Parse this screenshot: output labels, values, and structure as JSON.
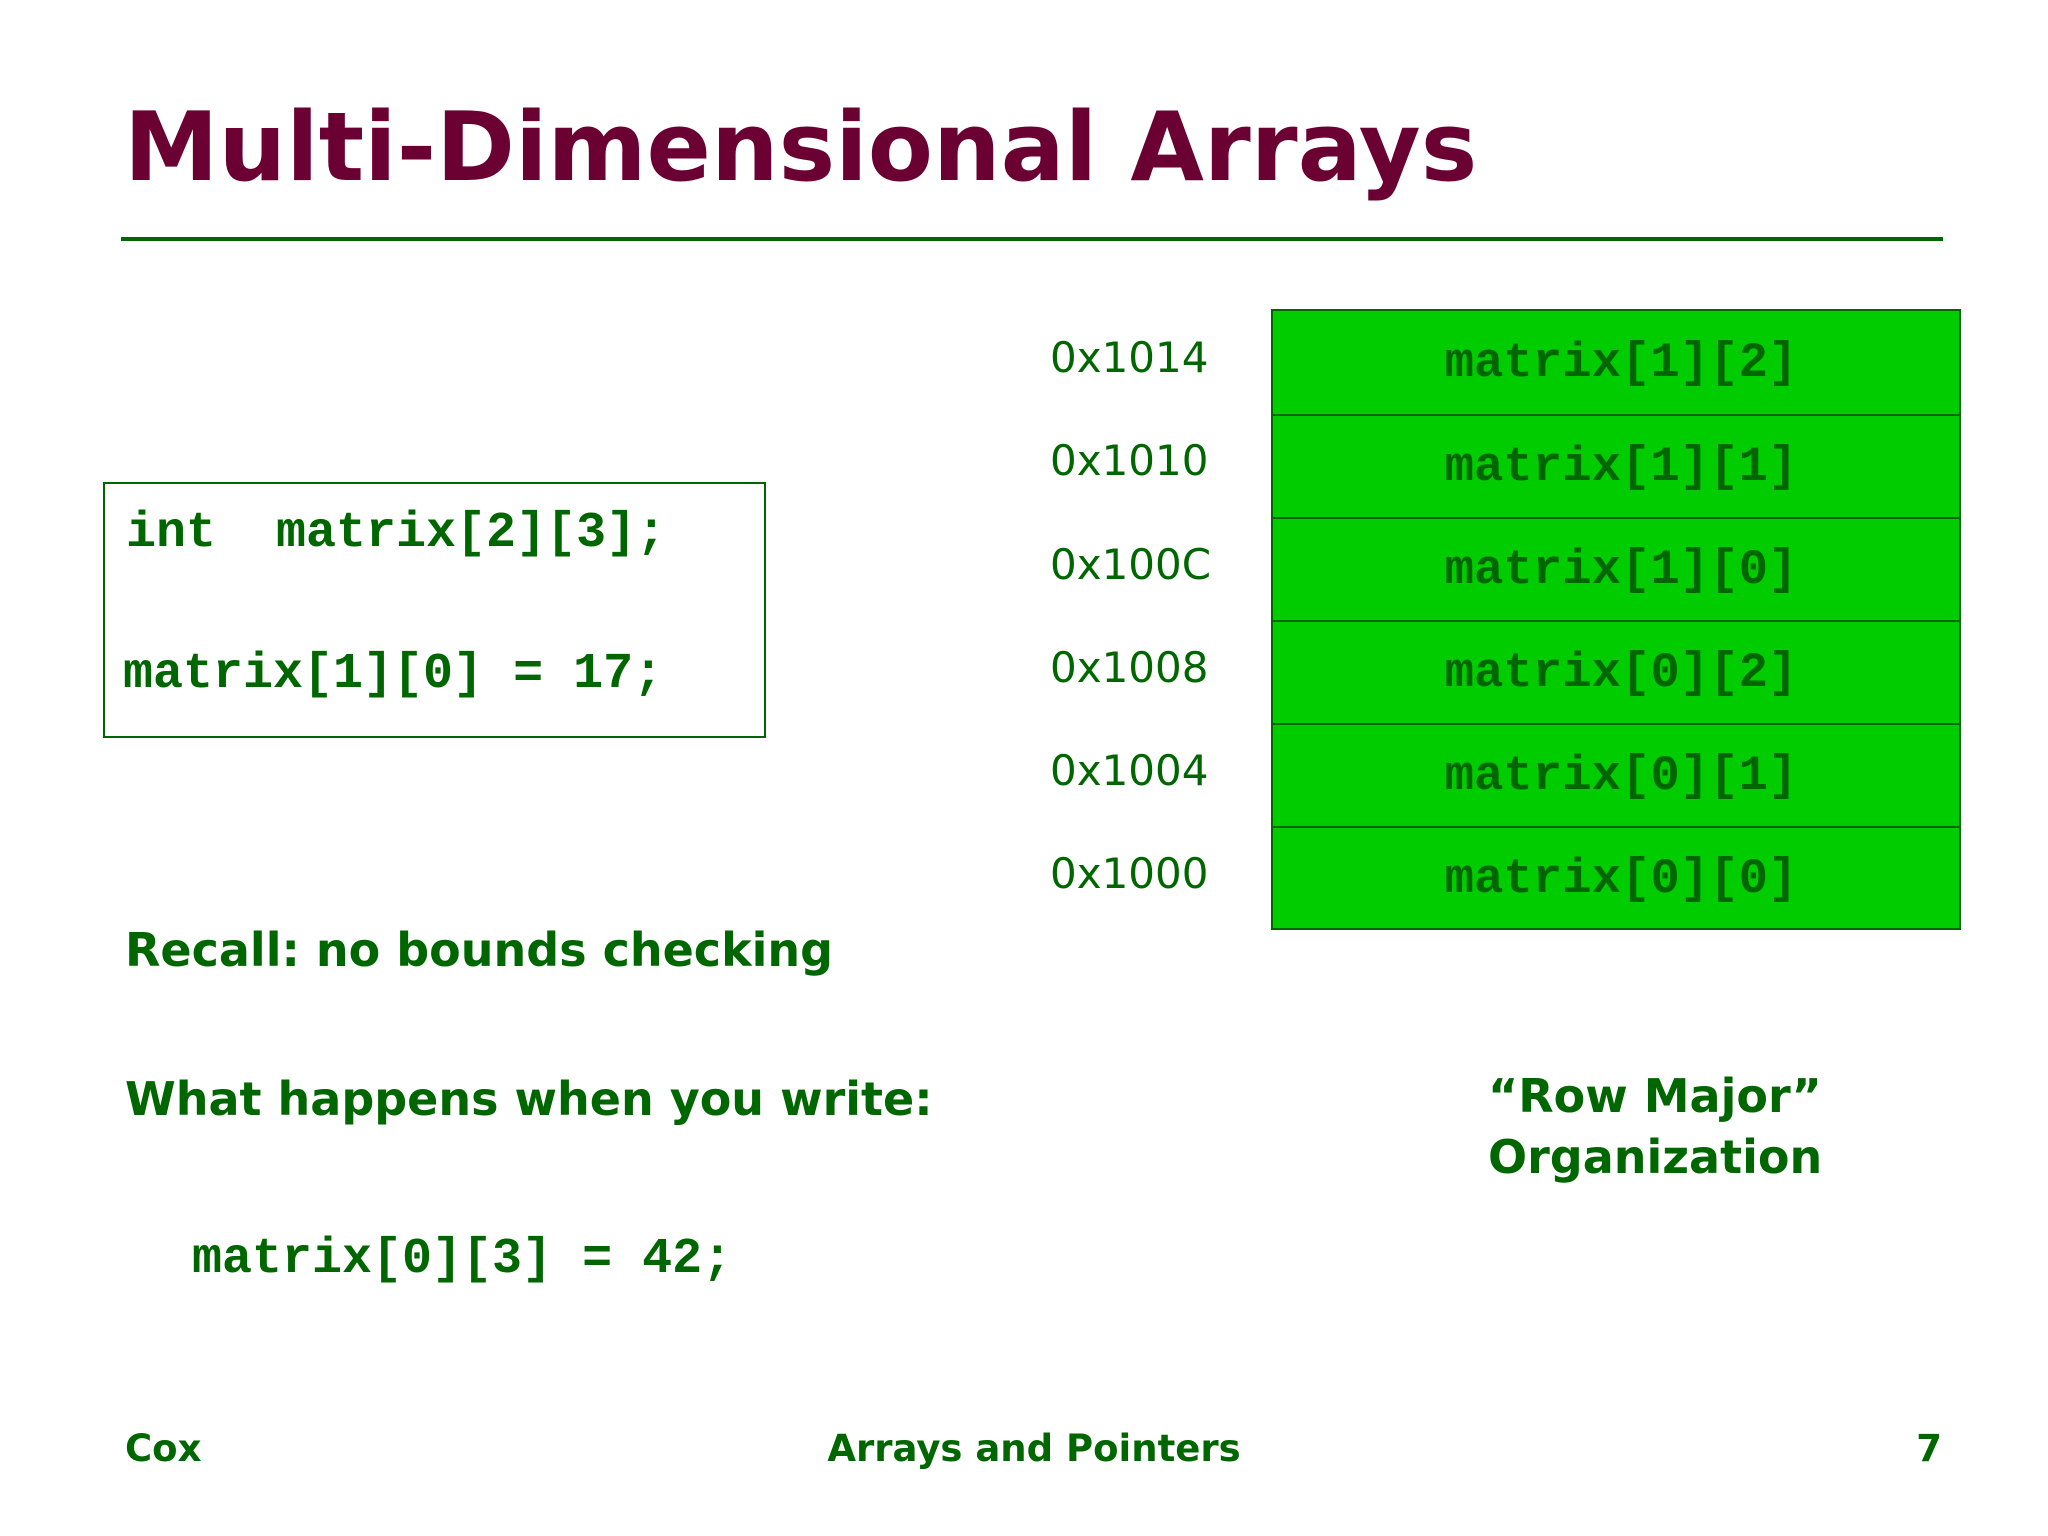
{
  "slide": {
    "title": "Multi-Dimensional Arrays"
  },
  "code_box": {
    "declaration": "int  matrix[2][3];",
    "assignment": "matrix[1][0] = 17;"
  },
  "memory_layout": {
    "cells": [
      {
        "address": "0x1014",
        "label": "matrix[1][2]"
      },
      {
        "address": "0x1010",
        "label": "matrix[1][1]"
      },
      {
        "address": "0x100C",
        "label": "matrix[1][0]"
      },
      {
        "address": "0x1008",
        "label": "matrix[0][2]"
      },
      {
        "address": "0x1004",
        "label": "matrix[0][1]"
      },
      {
        "address": "0x1000",
        "label": "matrix[0][0]"
      }
    ],
    "caption_line1": "“Row Major”",
    "caption_line2": "Organization"
  },
  "notes": {
    "recall": "Recall: no bounds checking",
    "question": "What happens when you write:",
    "example_code": "matrix[0][3] = 42;"
  },
  "footer": {
    "author": "Cox",
    "topic": "Arrays and Pointers",
    "page_number": "7"
  },
  "colors": {
    "title": "#6b0033",
    "text": "#006600",
    "cell_fill": "#00cc00"
  }
}
